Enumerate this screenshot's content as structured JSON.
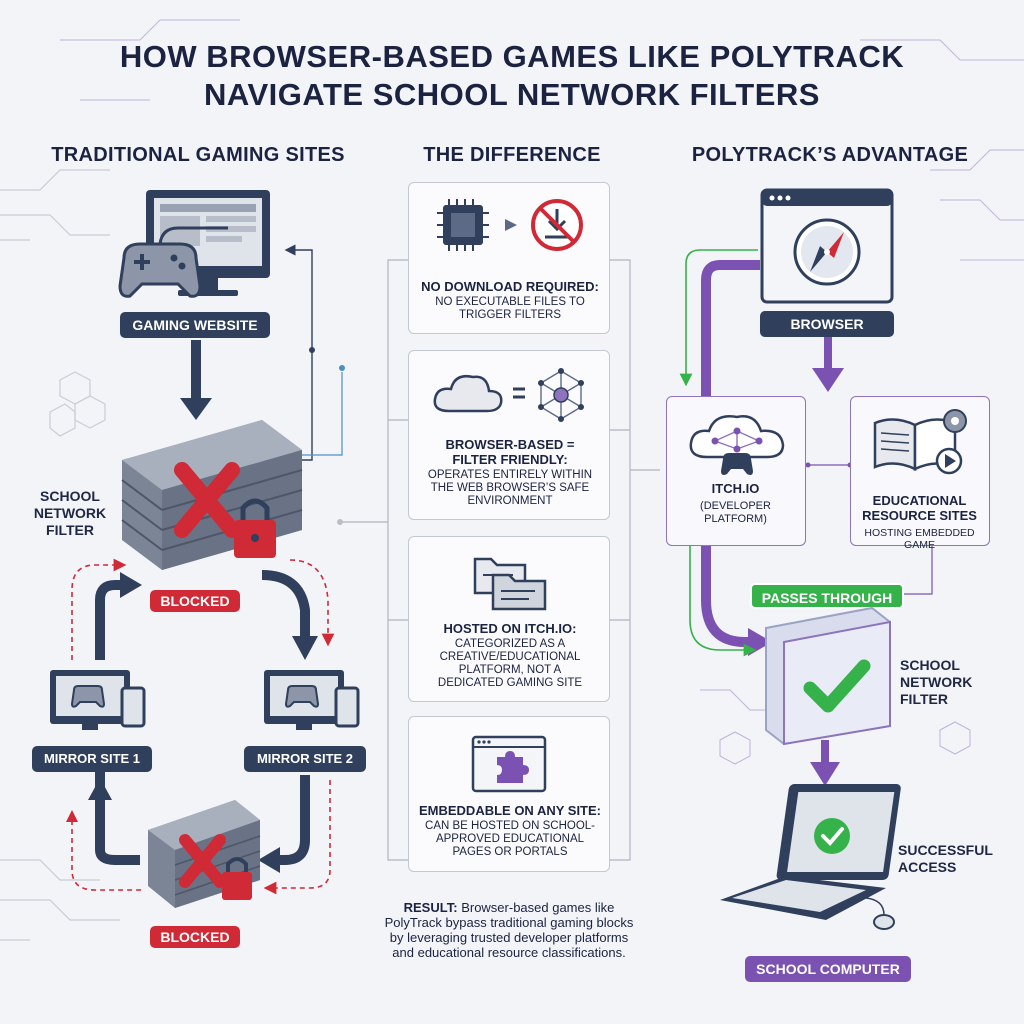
{
  "title": {
    "line1": "HOW BROWSER-BASED GAMES LIKE POLYTRACK",
    "line2": "NAVIGATE SCHOOL NETWORK FILTERS"
  },
  "columns": {
    "left": "TRADITIONAL GAMING SITES",
    "middle": "THE DIFFERENCE",
    "right": "POLYTRACK’S ADVANTAGE"
  },
  "left": {
    "gaming_website": "GAMING WEBSITE",
    "filter_label": "SCHOOL\nNETWORK\nFILTER",
    "blocked_top": "BLOCKED",
    "mirror1": "MIRROR SITE 1",
    "mirror2": "MIRROR SITE 2",
    "blocked_bottom": "BLOCKED"
  },
  "difference": [
    {
      "title": "NO DOWNLOAD REQUIRED:",
      "desc": "NO EXECUTABLE FILES TO\nTRIGGER FILTERS"
    },
    {
      "title": "BROWSER-BASED =\nFILTER FRIENDLY:",
      "desc": "OPERATES ENTIRELY WITHIN\nTHE WEB BROWSER’S SAFE\nENVIRONMENT"
    },
    {
      "title": "HOSTED ON ITCH.IO:",
      "desc": "CATEGORIZED AS A\nCREATIVE/EDUCATIONAL\nPLATFORM, NOT A\nDEDICATED GAMING SITE"
    },
    {
      "title": "EMBEDDABLE ON ANY SITE:",
      "desc": "CAN BE HOSTED ON SCHOOL-\nAPPROVED EDUCATIONAL\nPAGES OR PORTALS"
    }
  ],
  "right": {
    "browser": "BROWSER",
    "itchio_title": "ITCH.IO",
    "itchio_sub": "(DEVELOPER\nPLATFORM)",
    "edu_title": "EDUCATIONAL\nRESOURCE SITES",
    "edu_sub": "HOSTING EMBEDDED\nGAME",
    "passes": "PASSES THROUGH",
    "filter_label": "SCHOOL\nNETWORK\nFILTER",
    "success": "SUCCESSFUL\nACCESS",
    "computer": "SCHOOL COMPUTER"
  },
  "result": {
    "label": "RESULT:",
    "text": "Browser-based games like PolyTrack bypass traditional gaming blocks by leveraging trusted developer platforms and educational resource classifications."
  },
  "colors": {
    "navy": "#2f3f5c",
    "red": "#d02a37",
    "green": "#36b24a",
    "purple": "#7b52b2"
  }
}
